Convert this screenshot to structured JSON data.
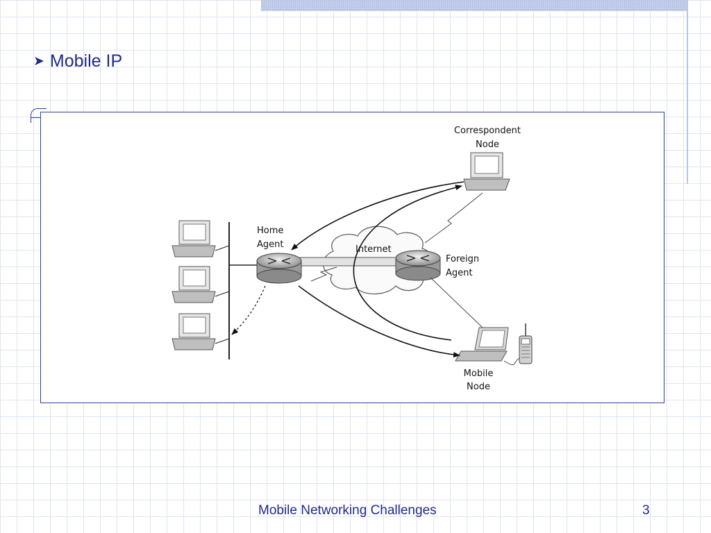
{
  "slide": {
    "title": "Mobile IP",
    "footer": "Mobile Networking Challenges",
    "page_number": "3"
  },
  "diagram": {
    "labels": {
      "correspondent_line1": "Correspondent",
      "correspondent_line2": "Node",
      "home_agent_line1": "Home",
      "home_agent_line2": "Agent",
      "internet": "Internet",
      "foreign_agent_line1": "Foreign",
      "foreign_agent_line2": "Agent",
      "mobile_node_line1": "Mobile",
      "mobile_node_line2": "Node"
    }
  }
}
